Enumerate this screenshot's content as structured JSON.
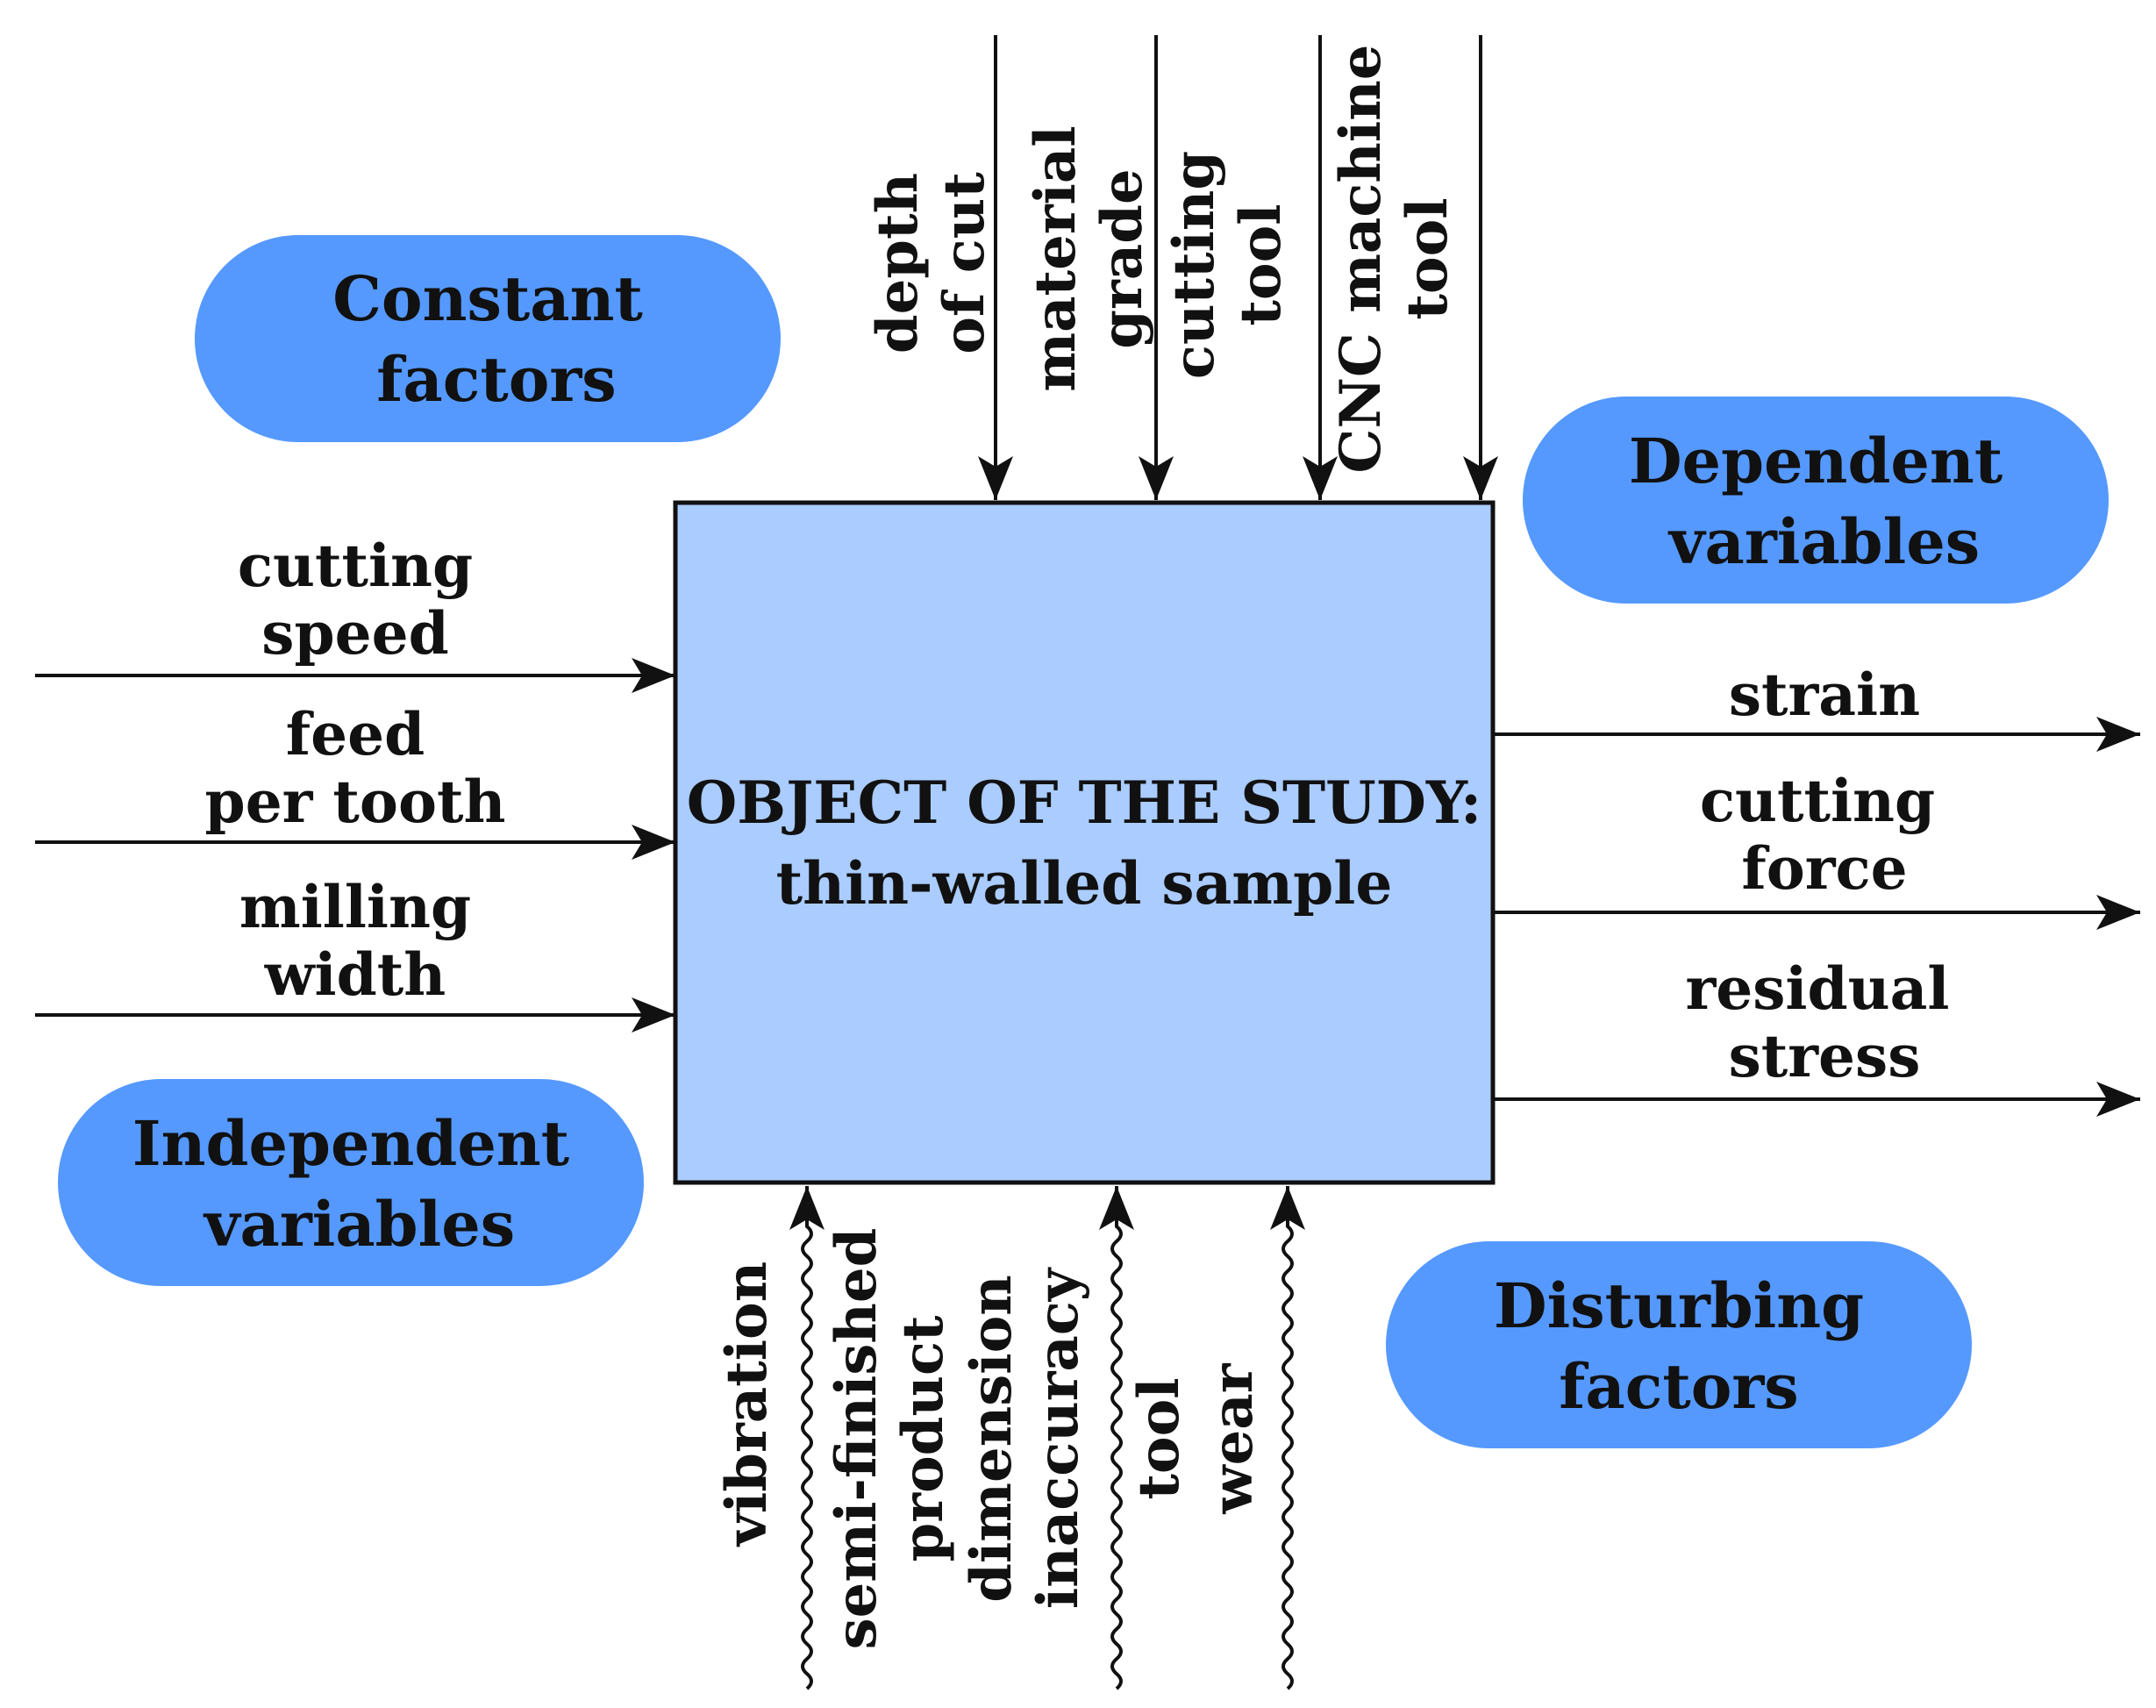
{
  "colors": {
    "pill_fill": "#5599ff",
    "box_fill": "#aaccff",
    "line": "#111111"
  },
  "central_box": {
    "line1": "OBJECT OF THE STUDY:",
    "line2": "thin-walled sample"
  },
  "groups": {
    "constant": {
      "line1": "Constant",
      "line2": "factors"
    },
    "dependent": {
      "line1": "Dependent",
      "line2": "variables"
    },
    "independent": {
      "line1": "Independent",
      "line2": "variables"
    },
    "disturbing": {
      "line1": "Disturbing",
      "line2": "factors"
    }
  },
  "constant_factors": [
    {
      "line1": "depth",
      "line2": "of cut"
    },
    {
      "line1": "material",
      "line2": "grade"
    },
    {
      "line1": "cutting",
      "line2": "tool"
    },
    {
      "line1": "CNC machine",
      "line2": "tool"
    }
  ],
  "independent_variables": [
    {
      "line1": "cutting",
      "line2": "speed"
    },
    {
      "line1": "feed",
      "line2": "per tooth"
    },
    {
      "line1": "milling",
      "line2": "width"
    }
  ],
  "dependent_variables": [
    {
      "line1": "strain",
      "line2": ""
    },
    {
      "line1": "cutting",
      "line2": "force"
    },
    {
      "line1": "residual",
      "line2": "stress"
    }
  ],
  "disturbing_factors": [
    {
      "lines": [
        "vibration"
      ]
    },
    {
      "lines": [
        "semi-finished",
        "product",
        "dimension",
        "inaccuracy"
      ]
    },
    {
      "lines": [
        "tool",
        "wear"
      ]
    }
  ]
}
